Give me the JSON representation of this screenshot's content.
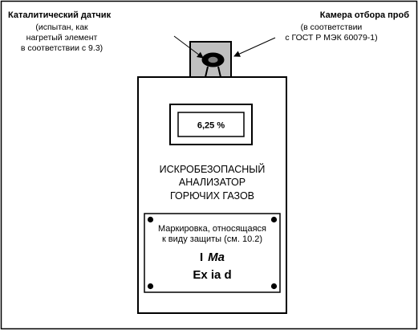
{
  "labels": {
    "catalytic_sensor_title": "Каталитический датчик",
    "catalytic_sensor_note_1": "(испытан, как",
    "catalytic_sensor_note_2": "нагретый элемент",
    "catalytic_sensor_note_3": "в соответствии с 9.3)",
    "sampling_chamber_title": "Камера отбора проб",
    "sampling_chamber_note_1": "(в соответствии",
    "sampling_chamber_note_2": "с ГОСТ Р МЭК 60079-1)"
  },
  "display": {
    "reading": "6,25 %"
  },
  "device": {
    "name_line_1": "ИСКРОБЕЗОПАСНЫЙ",
    "name_line_2": "АНАЛИЗАТОР",
    "name_line_3": "ГОРЮЧИХ ГАЗОВ"
  },
  "marking_plate": {
    "caption_line_1": "Маркировка, относящаяся",
    "caption_line_2": "к виду защиты (см. 10.2)",
    "group_prefix": "I",
    "group_level": "Ma",
    "protection_code": "Ex ia d"
  }
}
